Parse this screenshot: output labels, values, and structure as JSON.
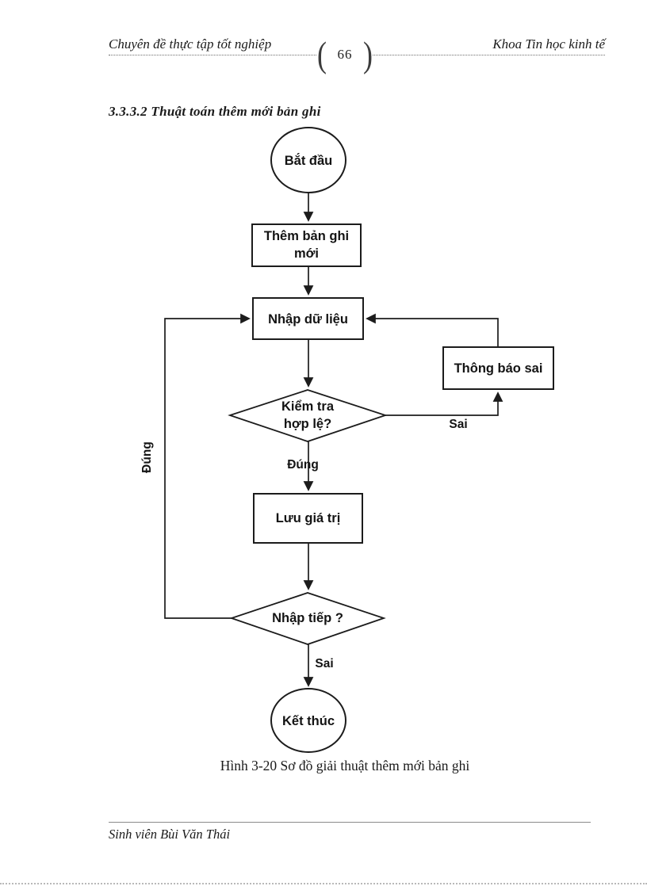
{
  "page": {
    "header": {
      "left": "Chuyên đề thực tập tốt nghiệp",
      "page_number": "66",
      "right": "Khoa Tin học kinh tế",
      "brace_left": "(",
      "brace_right": ")"
    },
    "section_heading": "3.3.3.2 Thuật toán thêm mới bản ghi",
    "caption": "Hình 3-20 Sơ đồ giải thuật thêm mới bản ghi",
    "footer": "Sinh viên Bùi Văn Thái"
  },
  "flowchart": {
    "nodes": {
      "start": {
        "type": "terminator",
        "label": "Bắt đầu"
      },
      "add_record": {
        "type": "process",
        "label": "Thêm bản ghi mới"
      },
      "input_data": {
        "type": "process",
        "label": "Nhập dữ liệu"
      },
      "error_message": {
        "type": "process",
        "label": "Thông báo sai"
      },
      "validate": {
        "type": "decision",
        "label": "Kiểm tra hợp lệ?"
      },
      "save_value": {
        "type": "process",
        "label": "Lưu giá trị"
      },
      "continue_input": {
        "type": "decision",
        "label": "Nhập tiếp ?"
      },
      "end": {
        "type": "terminator",
        "label": "Kết thúc"
      }
    },
    "edge_labels": {
      "validate_false": "Sai",
      "validate_true": "Đúng",
      "continue_true": "Đúng",
      "continue_false": "Sai"
    },
    "colors": {
      "stroke": "#1c1c1c",
      "fill": "#ffffff",
      "text": "#141414"
    }
  }
}
